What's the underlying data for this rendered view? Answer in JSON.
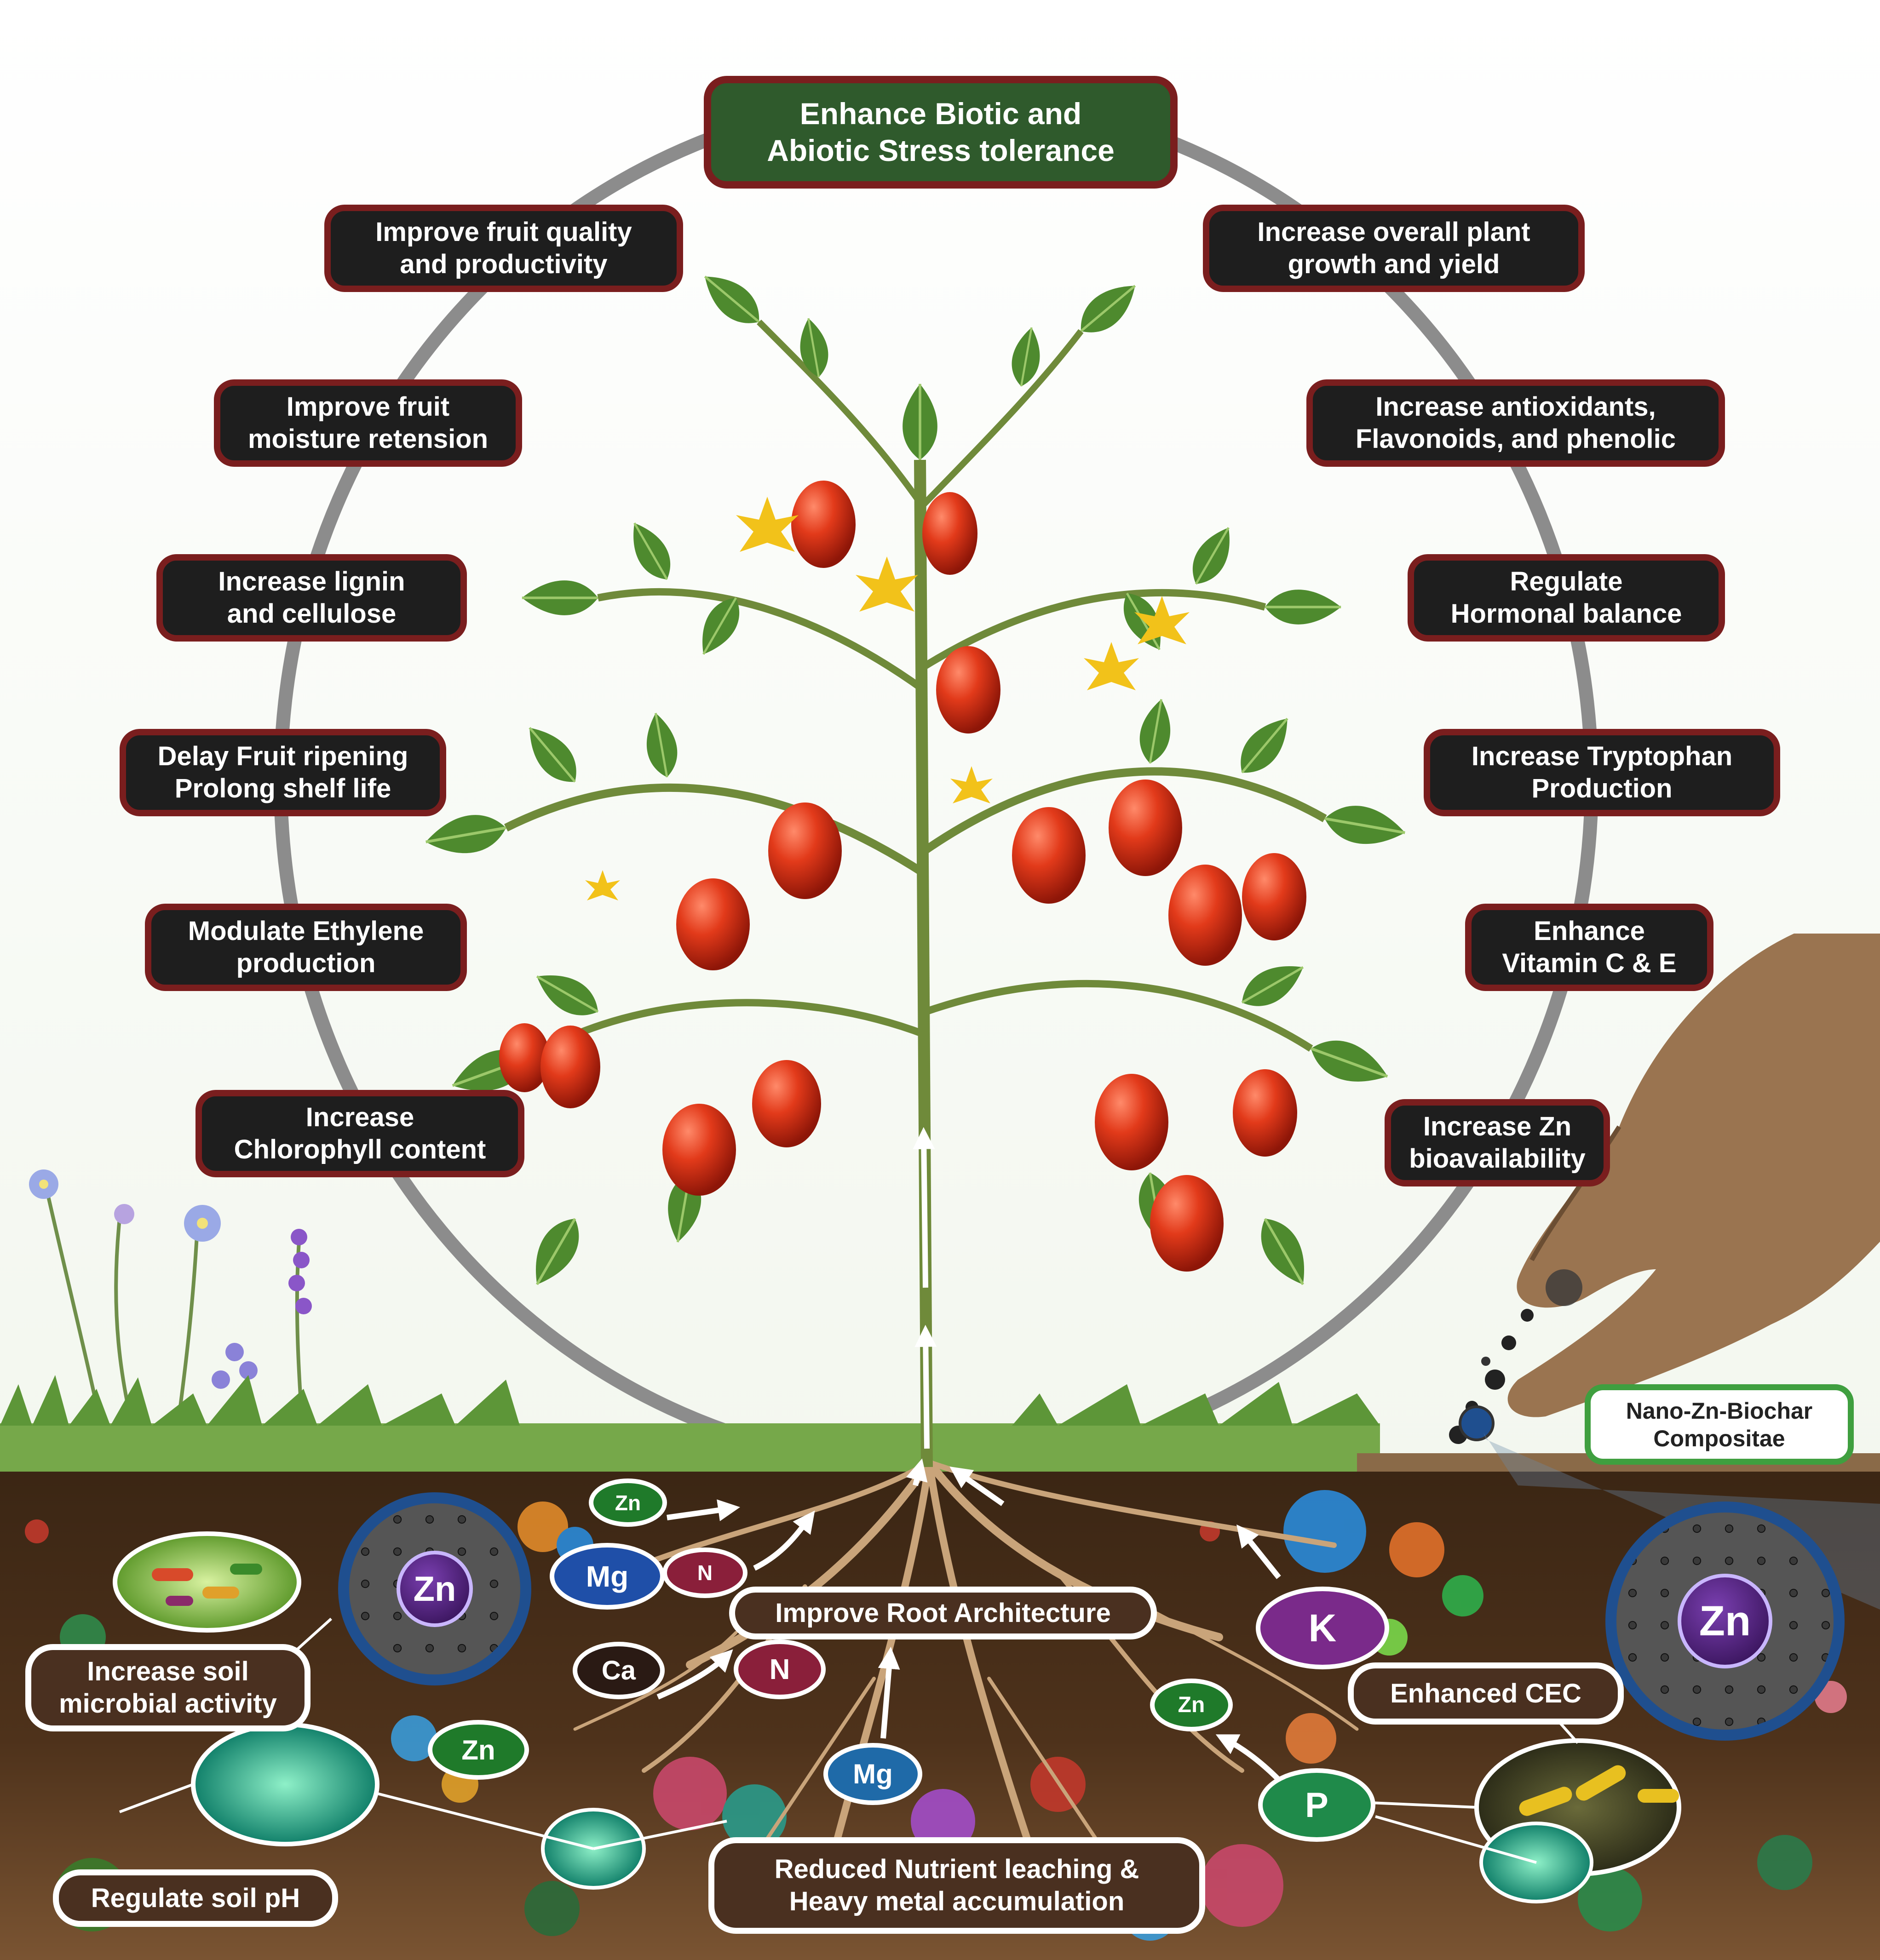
{
  "labels": {
    "stress": [
      "Enhance Biotic and",
      "Abiotic Stress tolerance"
    ],
    "fruit_quality": [
      "Improve fruit quality",
      "and productivity"
    ],
    "growth_yield": [
      "Increase overall plant",
      "growth and yield"
    ],
    "moisture": [
      "Improve fruit",
      "moisture retension"
    ],
    "antioxidants": [
      "Increase antioxidants,",
      "Flavonoids, and phenolic"
    ],
    "lignin": [
      "Increase lignin",
      "and cellulose"
    ],
    "hormonal": [
      "Regulate",
      "Hormonal balance"
    ],
    "ripening": [
      "Delay Fruit ripening",
      "Prolong  shelf life"
    ],
    "tryptophan": [
      "Increase Tryptophan",
      "Production"
    ],
    "ethylene": [
      "Modulate Ethylene",
      "production"
    ],
    "vitamin": [
      "Enhance",
      "Vitamin  C & E"
    ],
    "chlorophyll": [
      "Increase",
      "Chlorophyll content"
    ],
    "zn_bio": [
      "Increase Zn",
      "bioavailability"
    ],
    "nano": [
      "Nano-Zn-Biochar",
      "Compositae"
    ],
    "root": "Improve Root Architecture",
    "microbial": [
      "Increase soil",
      "microbial activity"
    ],
    "cec": "Enhanced CEC",
    "ph": "Regulate soil pH",
    "leaching": [
      "Reduced Nutrient leaching &",
      "Heavy metal accumulation"
    ]
  },
  "nutrients": {
    "zn_top": "Zn",
    "mg_left": "Mg",
    "n_top": "N",
    "ca": "Ca",
    "n_mid": "N",
    "mg_bottom": "Mg",
    "zn_left": "Zn",
    "k": "K",
    "zn_right": "Zn",
    "p": "P"
  },
  "composite": {
    "left_zn": "Zn",
    "right_zn": "Zn"
  },
  "colors": {
    "label_fill": "#1e1e1e",
    "label_border": "#7a1e1e",
    "top_fill": "#2f5a2c",
    "soil_label_fill": "#4a3020",
    "nano_border": "#3f9f3f",
    "ring": "#8c8c8c",
    "disc_border": "#1f4f8f"
  },
  "icons": [
    "tomato-plant",
    "soil-layer",
    "grass",
    "wildflowers",
    "hand",
    "microbe",
    "biochar-particle"
  ]
}
